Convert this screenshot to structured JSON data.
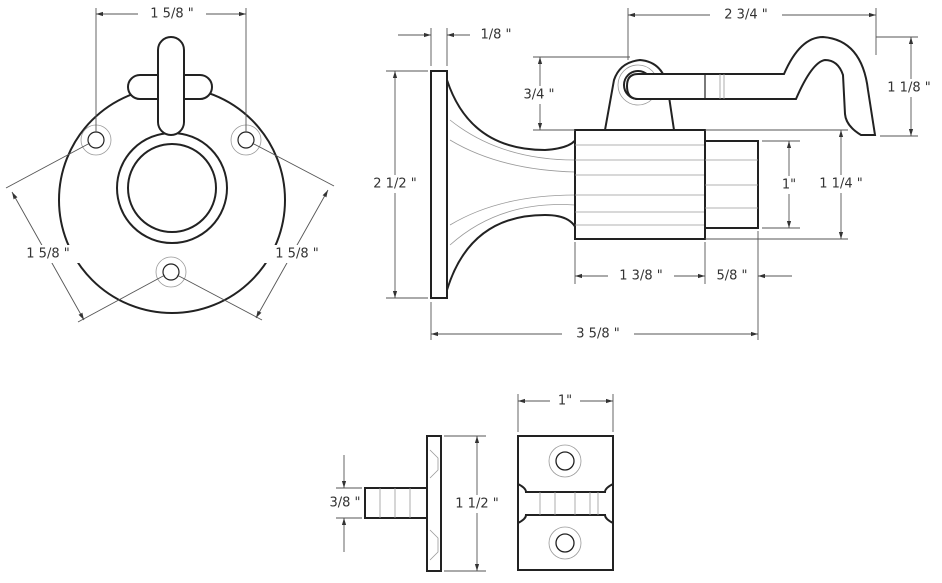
{
  "colors": {
    "line": "#222222",
    "dimension": "#555555",
    "background": "#ffffff"
  },
  "front_view": {
    "top_spacing": "1 5/8 \"",
    "left_spacing": "1 5/8 \"",
    "right_spacing": "1 5/8 \""
  },
  "side_view": {
    "plate_thickness": "1/8 \"",
    "plate_height": "2 1/2 \"",
    "hook_length": "2 3/4 \"",
    "pivot_height": "3/4 \"",
    "hook_height": "1 1/8 \"",
    "tip_diameter": "1\"",
    "body_diameter": "1 1/4 \"",
    "body_length": "1 3/8 \"",
    "tip_length": "5/8 \"",
    "overall_length": "3 5/8 \""
  },
  "keeper_view": {
    "pin_diameter": "3/8 \"",
    "plate_height": "1 1/2 \"",
    "plate_width": "1\""
  }
}
